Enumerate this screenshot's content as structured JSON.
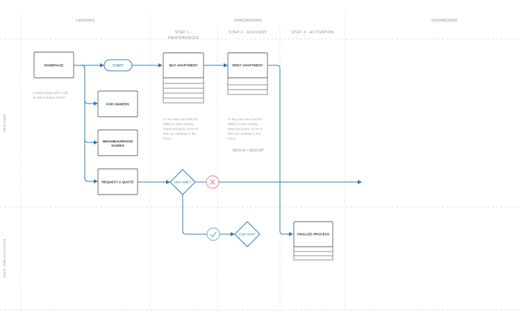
{
  "columns": {
    "landing": "LANDING",
    "onboarding": "ONBOARDING",
    "dashboard": "DASHBOARD"
  },
  "steps": {
    "step1_line1": "STEP 1 -",
    "step1_line2": "PREFERENCES",
    "step2": "STEP 2 - ACCOUNT",
    "step3": "STEP 3 - ACTIVATION"
  },
  "lanes": {
    "new_user": "NEW USER",
    "pre_activation": "USER - PRE ACTIVATION"
  },
  "nodes": {
    "homepage": "HOMEPAGE",
    "start": "START",
    "buy_apartment": "BUY APARTMENT",
    "rent_apartment": "RENT APARTMENT",
    "for_owners": "FOR OWNERS",
    "neighbourhood_line1": "NEIGHBOURHOOD",
    "neighbourhood_line2": "GUIDES",
    "request_quote": "REQUEST A QUOTE",
    "user_valid": "User valid ?",
    "cust_form": "Cust. form?",
    "finalize": "FINALIZE PROCESS"
  },
  "notes": {
    "landing_line1": "Landing page with a call",
    "landing_line2": "to action button START",
    "step1_line1": "At any step user has the",
    "step1_line2": "ability to stop making",
    "step1_line3": "steps and pass, so he or",
    "step1_line4": "she can continue in the",
    "step1_line5": "future",
    "step2_line1": "At any step user has the",
    "step2_line2": "ability to stop making",
    "step2_line3": "steps and pass, so he or",
    "step2_line4": "she can continue in the",
    "step2_line5": "future",
    "sign_in": "SIGN IN / SIGN UP"
  },
  "colors": {
    "accent": "#2a78b8",
    "reject": "#e07a7a",
    "accept": "#5aa6d8",
    "box_stroke": "#595f66",
    "grid": "#cfd3d8"
  },
  "icons": {
    "reject": "x-icon",
    "accept": "check-icon"
  }
}
